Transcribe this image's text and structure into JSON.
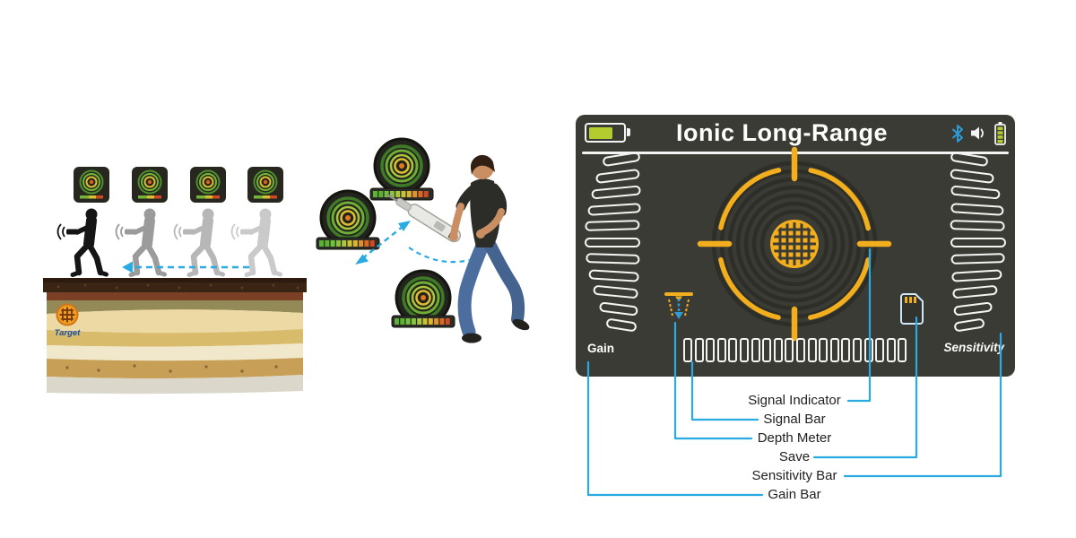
{
  "device": {
    "title": "Ionic Long-Range",
    "gain_label": "Gain",
    "sensitivity_label": "Sensitivity",
    "battery_level_pct": 62,
    "gain_segments": 11,
    "sensitivity_segments": 11,
    "signal_segments": 20
  },
  "scene": {
    "target_label": "Target"
  },
  "callouts": {
    "items": [
      {
        "label": "Signal Indicator"
      },
      {
        "label": "Signal Bar"
      },
      {
        "label": "Depth Meter"
      },
      {
        "label": "Save"
      },
      {
        "label": "Sensitivity Bar"
      },
      {
        "label": "Gain Bar"
      }
    ]
  },
  "colors": {
    "accent_yellow": "#F2AE1C",
    "callout_blue": "#29ABE2",
    "battery_green": "#B5CC2E",
    "panel_dark": "#3B3B36"
  }
}
